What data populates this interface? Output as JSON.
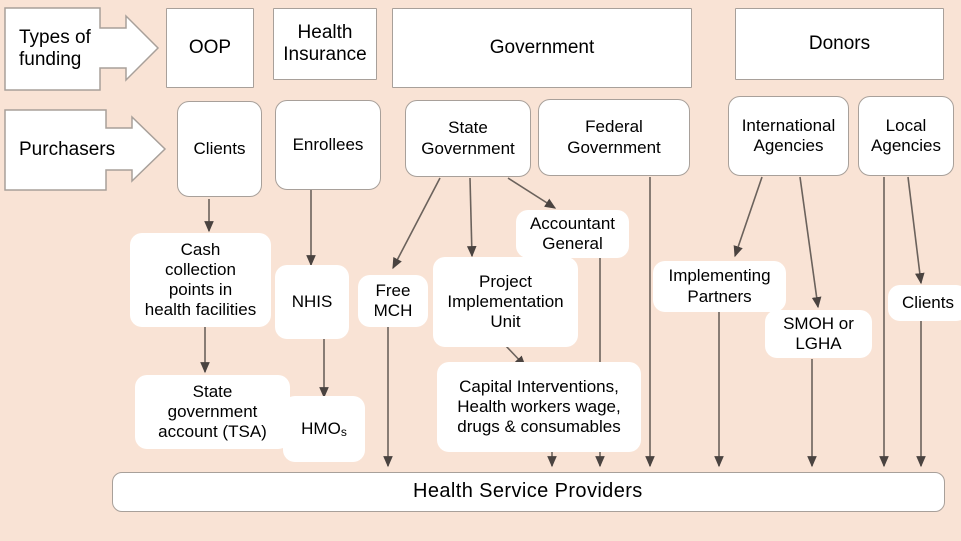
{
  "diagram": {
    "title": "Health financing flow diagram",
    "background_color": "#f9e3d5",
    "box_fill_color": "#ffffff",
    "border_color": "#a8a09a",
    "arrow_color": "#4a4340"
  },
  "callouts": [
    {
      "label": "Types of\nfunding",
      "name": "callout-types-of-funding"
    },
    {
      "label": "Purchasers",
      "name": "callout-purchasers"
    }
  ],
  "funding_types": [
    {
      "label": "OOP",
      "name": "funding-type-oop"
    },
    {
      "label": "Health\nInsurance",
      "name": "funding-type-health-insurance"
    },
    {
      "label": "Government",
      "name": "funding-type-government"
    },
    {
      "label": "Donors",
      "name": "funding-type-donors"
    }
  ],
  "purchasers": [
    {
      "label": "Clients",
      "name": "purchaser-clients"
    },
    {
      "label": "Enrollees",
      "name": "purchaser-enrollees"
    },
    {
      "label": "State\nGovernment",
      "name": "purchaser-state-government"
    },
    {
      "label": "Federal\nGovernment",
      "name": "purchaser-federal-government"
    },
    {
      "label": "International\nAgencies",
      "name": "purchaser-international-agencies"
    },
    {
      "label": "Local\nAgencies",
      "name": "purchaser-local-agencies"
    }
  ],
  "intermediaries": [
    {
      "label": "Cash\ncollection\npoints in\nhealth facilities",
      "name": "node-cash-collection-points"
    },
    {
      "label": "NHIS",
      "name": "node-nhis"
    },
    {
      "label": "Free\nMCH",
      "name": "node-free-mch"
    },
    {
      "label": "Project\nImplementation\nUnit",
      "name": "node-project-implementation-unit"
    },
    {
      "label": "Accountant\nGeneral",
      "name": "node-accountant-general"
    },
    {
      "label": "Implementing\nPartners",
      "name": "node-implementing-partners"
    },
    {
      "label": "Clients",
      "name": "node-clients-donor-side"
    },
    {
      "label": "State\ngovernment\naccount (TSA)",
      "name": "node-state-government-account-tsa"
    },
    {
      "label": "HMOs",
      "name": "node-hmos"
    },
    {
      "label": "Capital Interventions,\nHealth workers wage,\ndrugs & consumables",
      "name": "node-capital-interventions"
    },
    {
      "label": "SMOH or\nLGHA",
      "name": "node-smoh-or-lgha"
    }
  ],
  "hmos": {
    "main": "HMO",
    "suffix": "s"
  },
  "bottom_bar": {
    "label": "Health  Service  Providers",
    "name": "node-health-service-providers"
  }
}
